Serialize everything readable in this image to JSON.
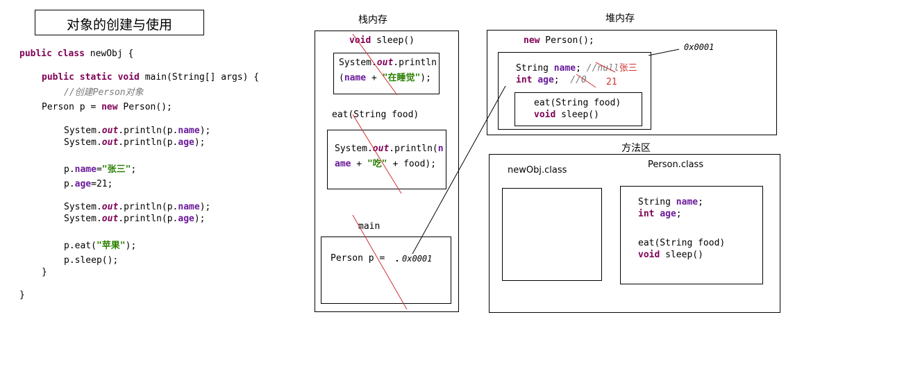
{
  "title": "对象的创建与使用",
  "code": {
    "l1_kw": "public class",
    "l1_rest": " newObj {",
    "l2_kw": "public static void",
    "l2_rest": " main(String[] args) {",
    "l3_comment": "//创建Person对象",
    "l4_a": "Person p = ",
    "l4_kw": "new",
    "l4_b": " Person();",
    "l5_a": "System.",
    "l5_out": "out",
    "l5_b": ".println(p.",
    "l5_f": "name",
    "l5_c": ");",
    "l6_a": "System.",
    "l6_out": "out",
    "l6_b": ".println(p.",
    "l6_f": "age",
    "l6_c": ");",
    "l7_a": "p.",
    "l7_f": "name",
    "l7_b": "=",
    "l7_s": "\"张三\"",
    "l7_c": ";",
    "l8_a": "p.",
    "l8_f": "age",
    "l8_b": "=21;",
    "l9_a": "System.",
    "l9_out": "out",
    "l9_b": ".println(p.",
    "l9_f": "name",
    "l9_c": ");",
    "l10_a": "System.",
    "l10_out": "out",
    "l10_b": ".println(p.",
    "l10_f": "age",
    "l10_c": ");",
    "l11_a": "p.eat(",
    "l11_s": "\"苹果\"",
    "l11_b": ");",
    "l12": "p.sleep();",
    "l13": "}",
    "l14": "}"
  },
  "stack": {
    "label": "栈内存",
    "sleep_kw": "void",
    "sleep_rest": " sleep()",
    "sleep_l1_a": "System.",
    "sleep_l1_out": "out",
    "sleep_l1_b": ".println",
    "sleep_l2_a": "(",
    "sleep_l2_f": "name",
    "sleep_l2_b": " + ",
    "sleep_l2_s": "\"在睡觉\"",
    "sleep_l2_c": ");",
    "eat_header": "eat(String food)",
    "eat_l1_a": "System.",
    "eat_l1_out": "out",
    "eat_l1_b": ".println(",
    "eat_l1_f": "n",
    "eat_l2_f": "ame",
    "eat_l2_a": " + ",
    "eat_l2_s": "\"吃\"",
    "eat_l2_b": " + food);",
    "main_label": "main",
    "main_text": "Person p = ",
    "main_addr": "0x0001"
  },
  "heap": {
    "label": "堆内存",
    "new_kw": "new",
    "new_rest": " Person();",
    "addr": "0x0001",
    "f1_a": "String ",
    "f1_f": "name",
    "f1_b": "; ",
    "f1_c": "//null",
    "f1_red": "张三",
    "f2_kw": "int",
    "f2_a": " ",
    "f2_f": "age",
    "f2_b": ";  ",
    "f2_c": "//0",
    "f2_red": "21",
    "m1": "eat(String food)",
    "m2_kw": "void",
    "m2_rest": " sleep()"
  },
  "method_area": {
    "label": "方法区",
    "newobj_class": "newObj.class",
    "person_class": "Person.class",
    "p1_a": "String ",
    "p1_f": "name",
    "p1_b": ";",
    "p2_kw": "int",
    "p2_a": " ",
    "p2_f": "age",
    "p2_b": ";",
    "p3": "eat(String food)",
    "p4_kw": "void",
    "p4_rest": " sleep()"
  },
  "colors": {
    "keyword": "#7f0055",
    "field": "#6a1b9a",
    "string": "#2a7f00",
    "comment": "#7a7a7a",
    "annotation_red": "#d32f2f"
  }
}
